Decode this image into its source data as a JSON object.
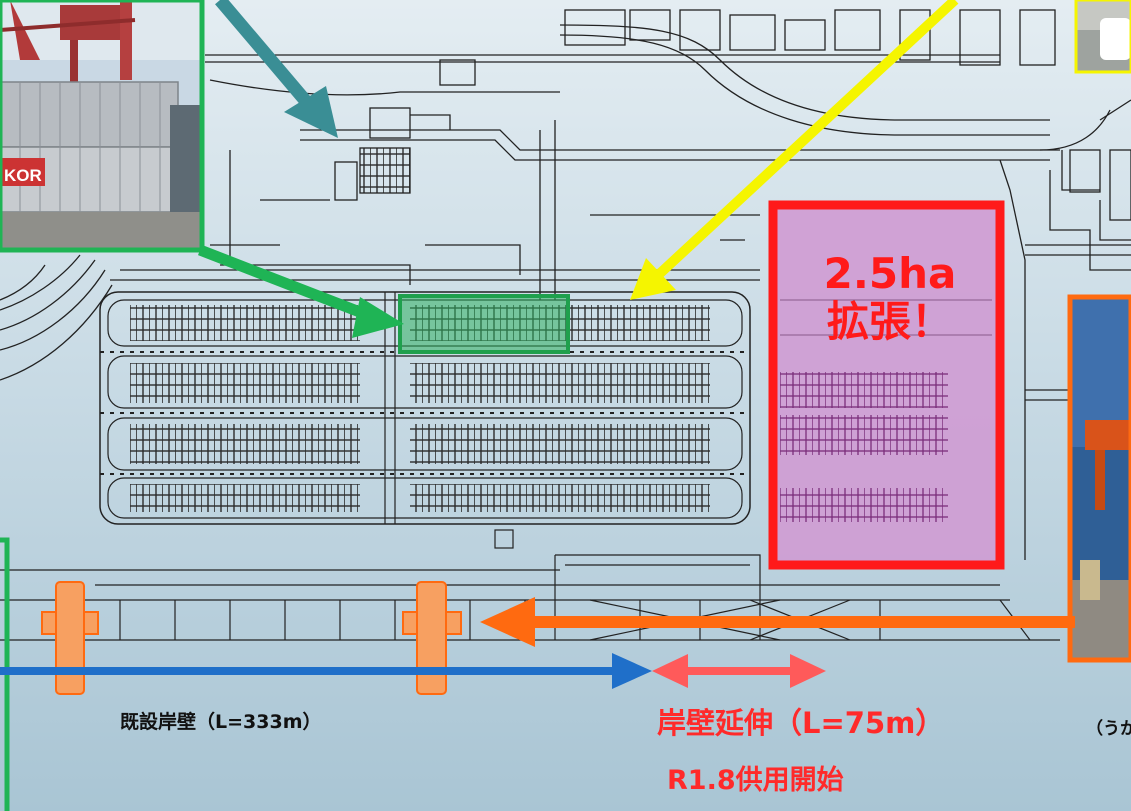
{
  "expansion": {
    "area": "2.5ha",
    "note": "拡張！"
  },
  "container_marking": "KOR",
  "quay": {
    "existing_label": "既設岸壁（L=333m）",
    "extension_label": "岸壁延伸（L=75m）",
    "start_label": "R1.8供用開始"
  },
  "crane_photo_caption_cut": "（うか",
  "colors": {
    "expansion_red": "#ff1a1a",
    "expansion_fill": "#cf9bd3",
    "photo_frame_green": "#1fb455",
    "teal_arrow": "#3a8e95",
    "yellow_arrow": "#f5f500",
    "crane_arrow_orange": "#ff6a10",
    "quay_blue": "#1f6fc9"
  }
}
